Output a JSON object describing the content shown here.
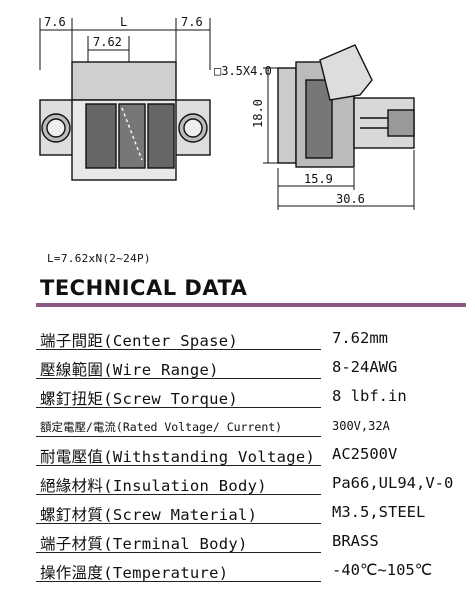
{
  "drawing": {
    "dim_left": "7.6",
    "dim_center": "L",
    "dim_right": "7.6",
    "dim_pitch": "7.62",
    "dim_pin": "□3.5X4.0",
    "dim_height": "18.0",
    "dim_depth_small": "15.9",
    "dim_depth_total": "30.6"
  },
  "formula": "L=7.62xN(2~24P)",
  "heading": "TECHNICAL DATA",
  "specs": [
    {
      "label": "端子間距(Center Spase)",
      "value": "7.62mm"
    },
    {
      "label": "壓線範圍(Wire Range)",
      "value": "8-24AWG"
    },
    {
      "label": "螺釘扭矩(Screw Torque)",
      "value": "8 lbf.in"
    },
    {
      "label": "額定電壓/電流(Rated Voltage/ Current)",
      "value": "300V,32A"
    },
    {
      "label": "耐電壓值(Withstanding Voltage)",
      "value": "AC2500V"
    },
    {
      "label": "絕緣材料(Insulation Body)",
      "value": "Pa66,UL94,V-0"
    },
    {
      "label": "螺釘材質(Screw Material)",
      "value": "M3.5,STEEL"
    },
    {
      "label": "端子材質(Terminal Body)",
      "value": "BRASS"
    },
    {
      "label": "操作溫度(Temperature)",
      "value": "-40℃~105℃"
    }
  ]
}
